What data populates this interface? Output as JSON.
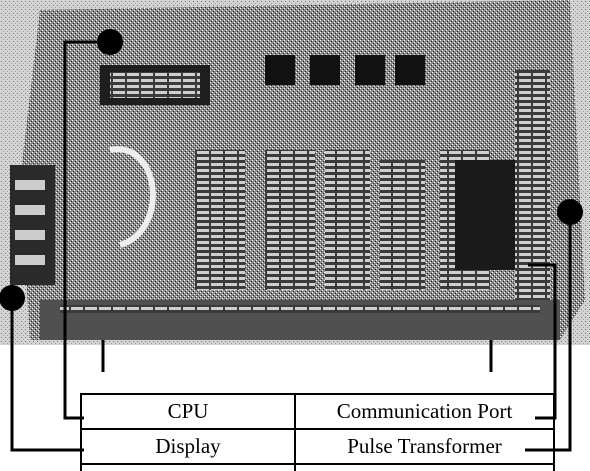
{
  "legend": {
    "rows": [
      [
        "CPU",
        "Communication Port"
      ],
      [
        "Display",
        "Pulse Transformer"
      ]
    ]
  },
  "colors": {
    "board": "#4a4a4a",
    "board_light": "#b8b8b8",
    "leader": "#000000"
  }
}
